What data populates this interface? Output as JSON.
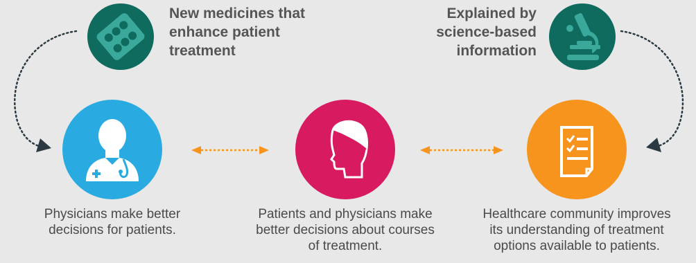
{
  "colors": {
    "background": "#e8e8e8",
    "teal": "#0f6b5e",
    "teal_icon": "#3aa89a",
    "blue": "#29abe2",
    "magenta": "#d81b60",
    "orange": "#f7941d",
    "arrow_dark": "#2b3a42",
    "arrow_orange": "#f7941d",
    "text": "#4a4a4a"
  },
  "top_left": {
    "icon": "pill-pack-icon",
    "lines": [
      "New medicines that",
      "enhance patient",
      "treatment"
    ]
  },
  "top_right": {
    "icon": "microscope-icon",
    "lines": [
      "Explained by",
      "science-based",
      "information"
    ]
  },
  "nodes": [
    {
      "icon": "doctor-icon",
      "color": "#29abe2",
      "caption": [
        "Physicians make better",
        "decisions for patients."
      ]
    },
    {
      "icon": "patient-head-icon",
      "color": "#d81b60",
      "caption": [
        "Patients and physicians make",
        "better decisions about courses",
        "of treatment."
      ]
    },
    {
      "icon": "document-checklist-icon",
      "color": "#f7941d",
      "caption": [
        "Healthcare community improves",
        "its understanding of treatment",
        "options available to patients."
      ]
    }
  ]
}
